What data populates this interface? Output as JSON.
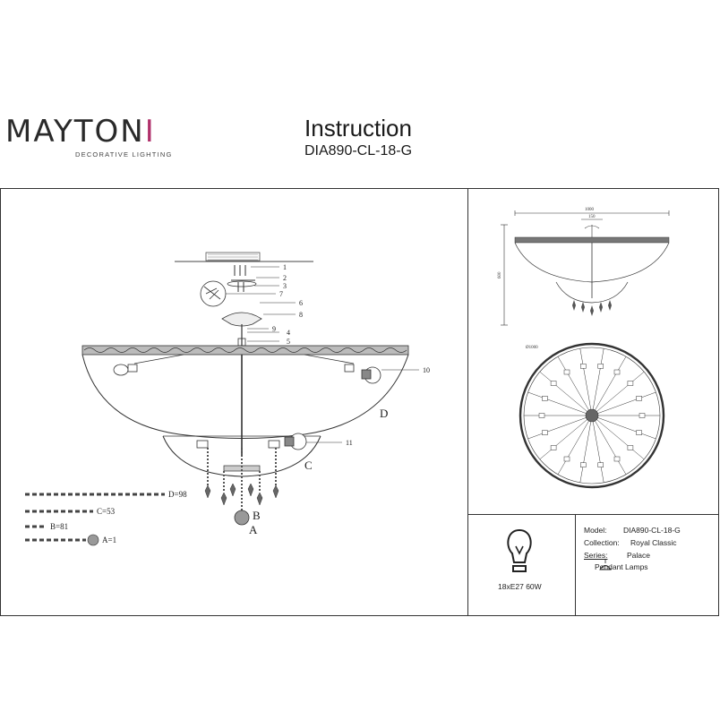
{
  "brand": {
    "logo": "MAYTONI",
    "tagline": "DECORATIVE LIGHTING",
    "accent": "#b0306a"
  },
  "document": {
    "title": "Instruction",
    "model_code": "DIA890-CL-18-G"
  },
  "parts": {
    "callouts": [
      "1",
      "2",
      "3",
      "4",
      "5",
      "6",
      "7",
      "8",
      "9",
      "10",
      "11"
    ],
    "letters": [
      "A",
      "B",
      "C",
      "D"
    ],
    "quantities": [
      {
        "label": "D=98"
      },
      {
        "label": "C=53"
      },
      {
        "label": "B=81"
      },
      {
        "label": "A=1"
      }
    ]
  },
  "dimensions": {
    "width_top": "1000",
    "width_inner": "150",
    "height": "600",
    "diameter": "Ø1000"
  },
  "lamp": {
    "spec": "18xE27 60W"
  },
  "info": {
    "model_label": "Model:",
    "model_value": "DIA890-CL-18-G",
    "collection_label": "Collection:",
    "collection_value": "Royal Classic",
    "series_label": "Series:",
    "series_value": "Palace",
    "type_value": "Pendant Lamps"
  }
}
